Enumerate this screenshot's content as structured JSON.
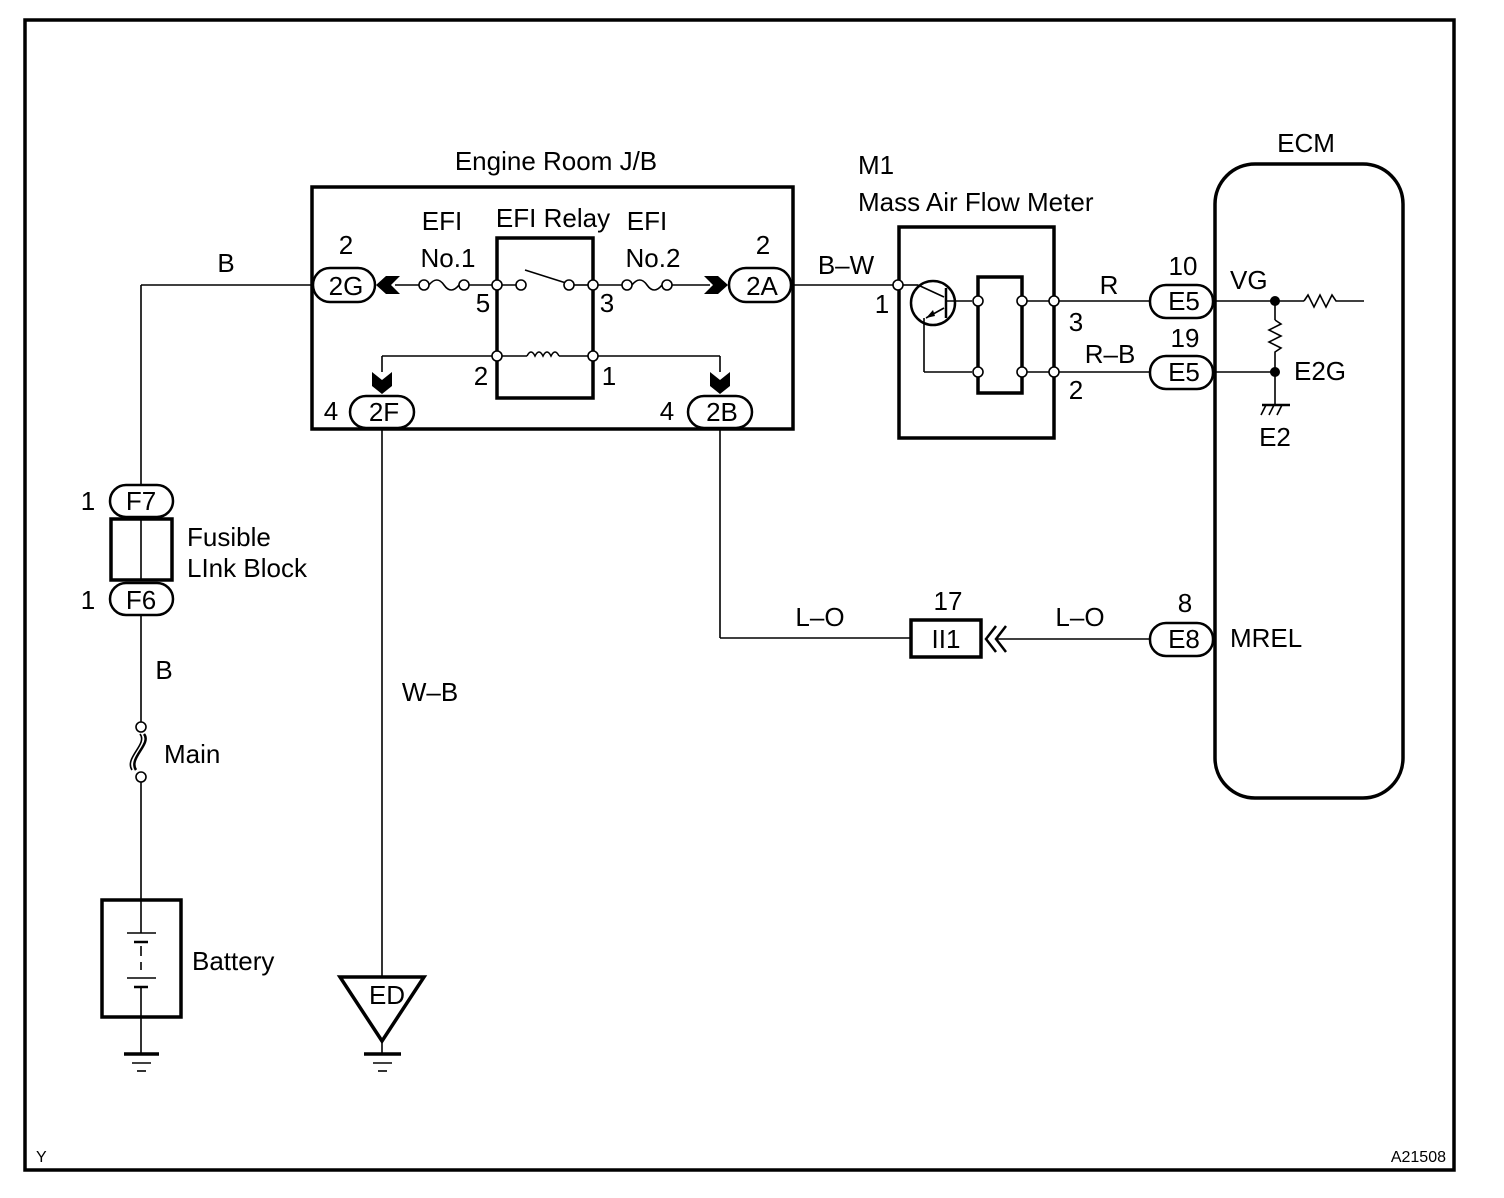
{
  "diagram": {
    "figure_id": "A21508",
    "corner_mark": "Y",
    "components": {
      "engine_room_jb": {
        "title": "Engine Room J/B",
        "relay_label": "EFI Relay",
        "fuse1": {
          "line1": "EFI",
          "line2": "No.1"
        },
        "fuse2": {
          "line1": "EFI",
          "line2": "No.2"
        },
        "relay_pins": {
          "p5": "5",
          "p3": "3",
          "p2": "2",
          "p1": "1"
        },
        "connectors": [
          {
            "id": "2G",
            "pin": "2"
          },
          {
            "id": "2A",
            "pin": "2"
          },
          {
            "id": "2F",
            "pin": "4"
          },
          {
            "id": "2B",
            "pin": "4"
          }
        ]
      },
      "mass_air_flow_meter": {
        "code": "M1",
        "name": "Mass Air Flow Meter",
        "pins": {
          "p1": "1",
          "p3": "3",
          "p2": "2"
        }
      },
      "ecm": {
        "title": "ECM",
        "terminals": [
          {
            "connector": "E5",
            "pin": "10",
            "signal": "VG"
          },
          {
            "connector": "E5",
            "pin": "19",
            "signal": "E2G"
          },
          {
            "connector": "E8",
            "pin": "8",
            "signal": "MREL"
          }
        ],
        "ground_label": "E2"
      },
      "fusible_link_block": {
        "line1": "Fusible",
        "line2": "LInk Block",
        "connectors": [
          {
            "id": "F7",
            "pin": "1"
          },
          {
            "id": "F6",
            "pin": "1"
          }
        ]
      },
      "main_fuse": {
        "label": "Main"
      },
      "battery": {
        "label": "Battery"
      },
      "ground_point": {
        "label": "ED"
      },
      "junction_connector": {
        "id": "II1",
        "pin": "17"
      }
    },
    "wires": {
      "battery_to_flb": "B",
      "flb_to_jb": "B",
      "jb_to_maf": "B–W",
      "maf_vg": "R",
      "maf_e2g": "R–B",
      "jb_to_ii1": "L–O",
      "ii1_to_ecm": "L–O",
      "jb_ground": "W–B"
    }
  }
}
